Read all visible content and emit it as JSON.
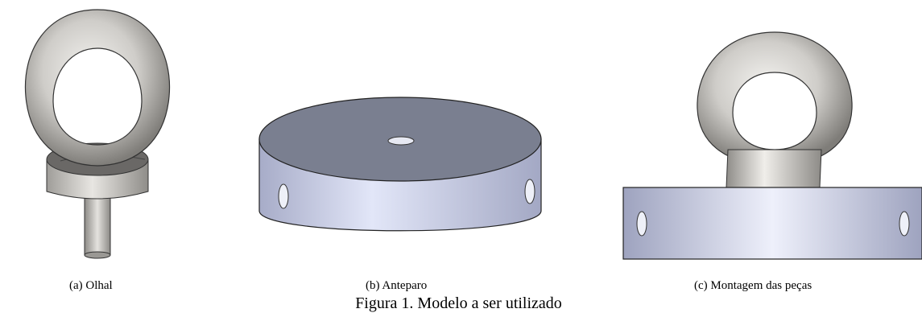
{
  "figures": [
    {
      "caption": "(a) Olhal",
      "icon": "eye-bolt-icon"
    },
    {
      "caption": "(b) Anteparo",
      "icon": "bulkhead-disc-icon"
    },
    {
      "caption": "(c) Montagem das peças",
      "icon": "assembly-icon"
    }
  ],
  "figure_caption": "Figura 1. Modelo a ser utilizado",
  "colors": {
    "eye_bolt_light": "#dcdad6",
    "eye_bolt_dark": "#8e8c88",
    "disc_top": "#7a7f90",
    "disc_side_light": "#e2e6f8",
    "disc_side_dark": "#a7acc8"
  }
}
